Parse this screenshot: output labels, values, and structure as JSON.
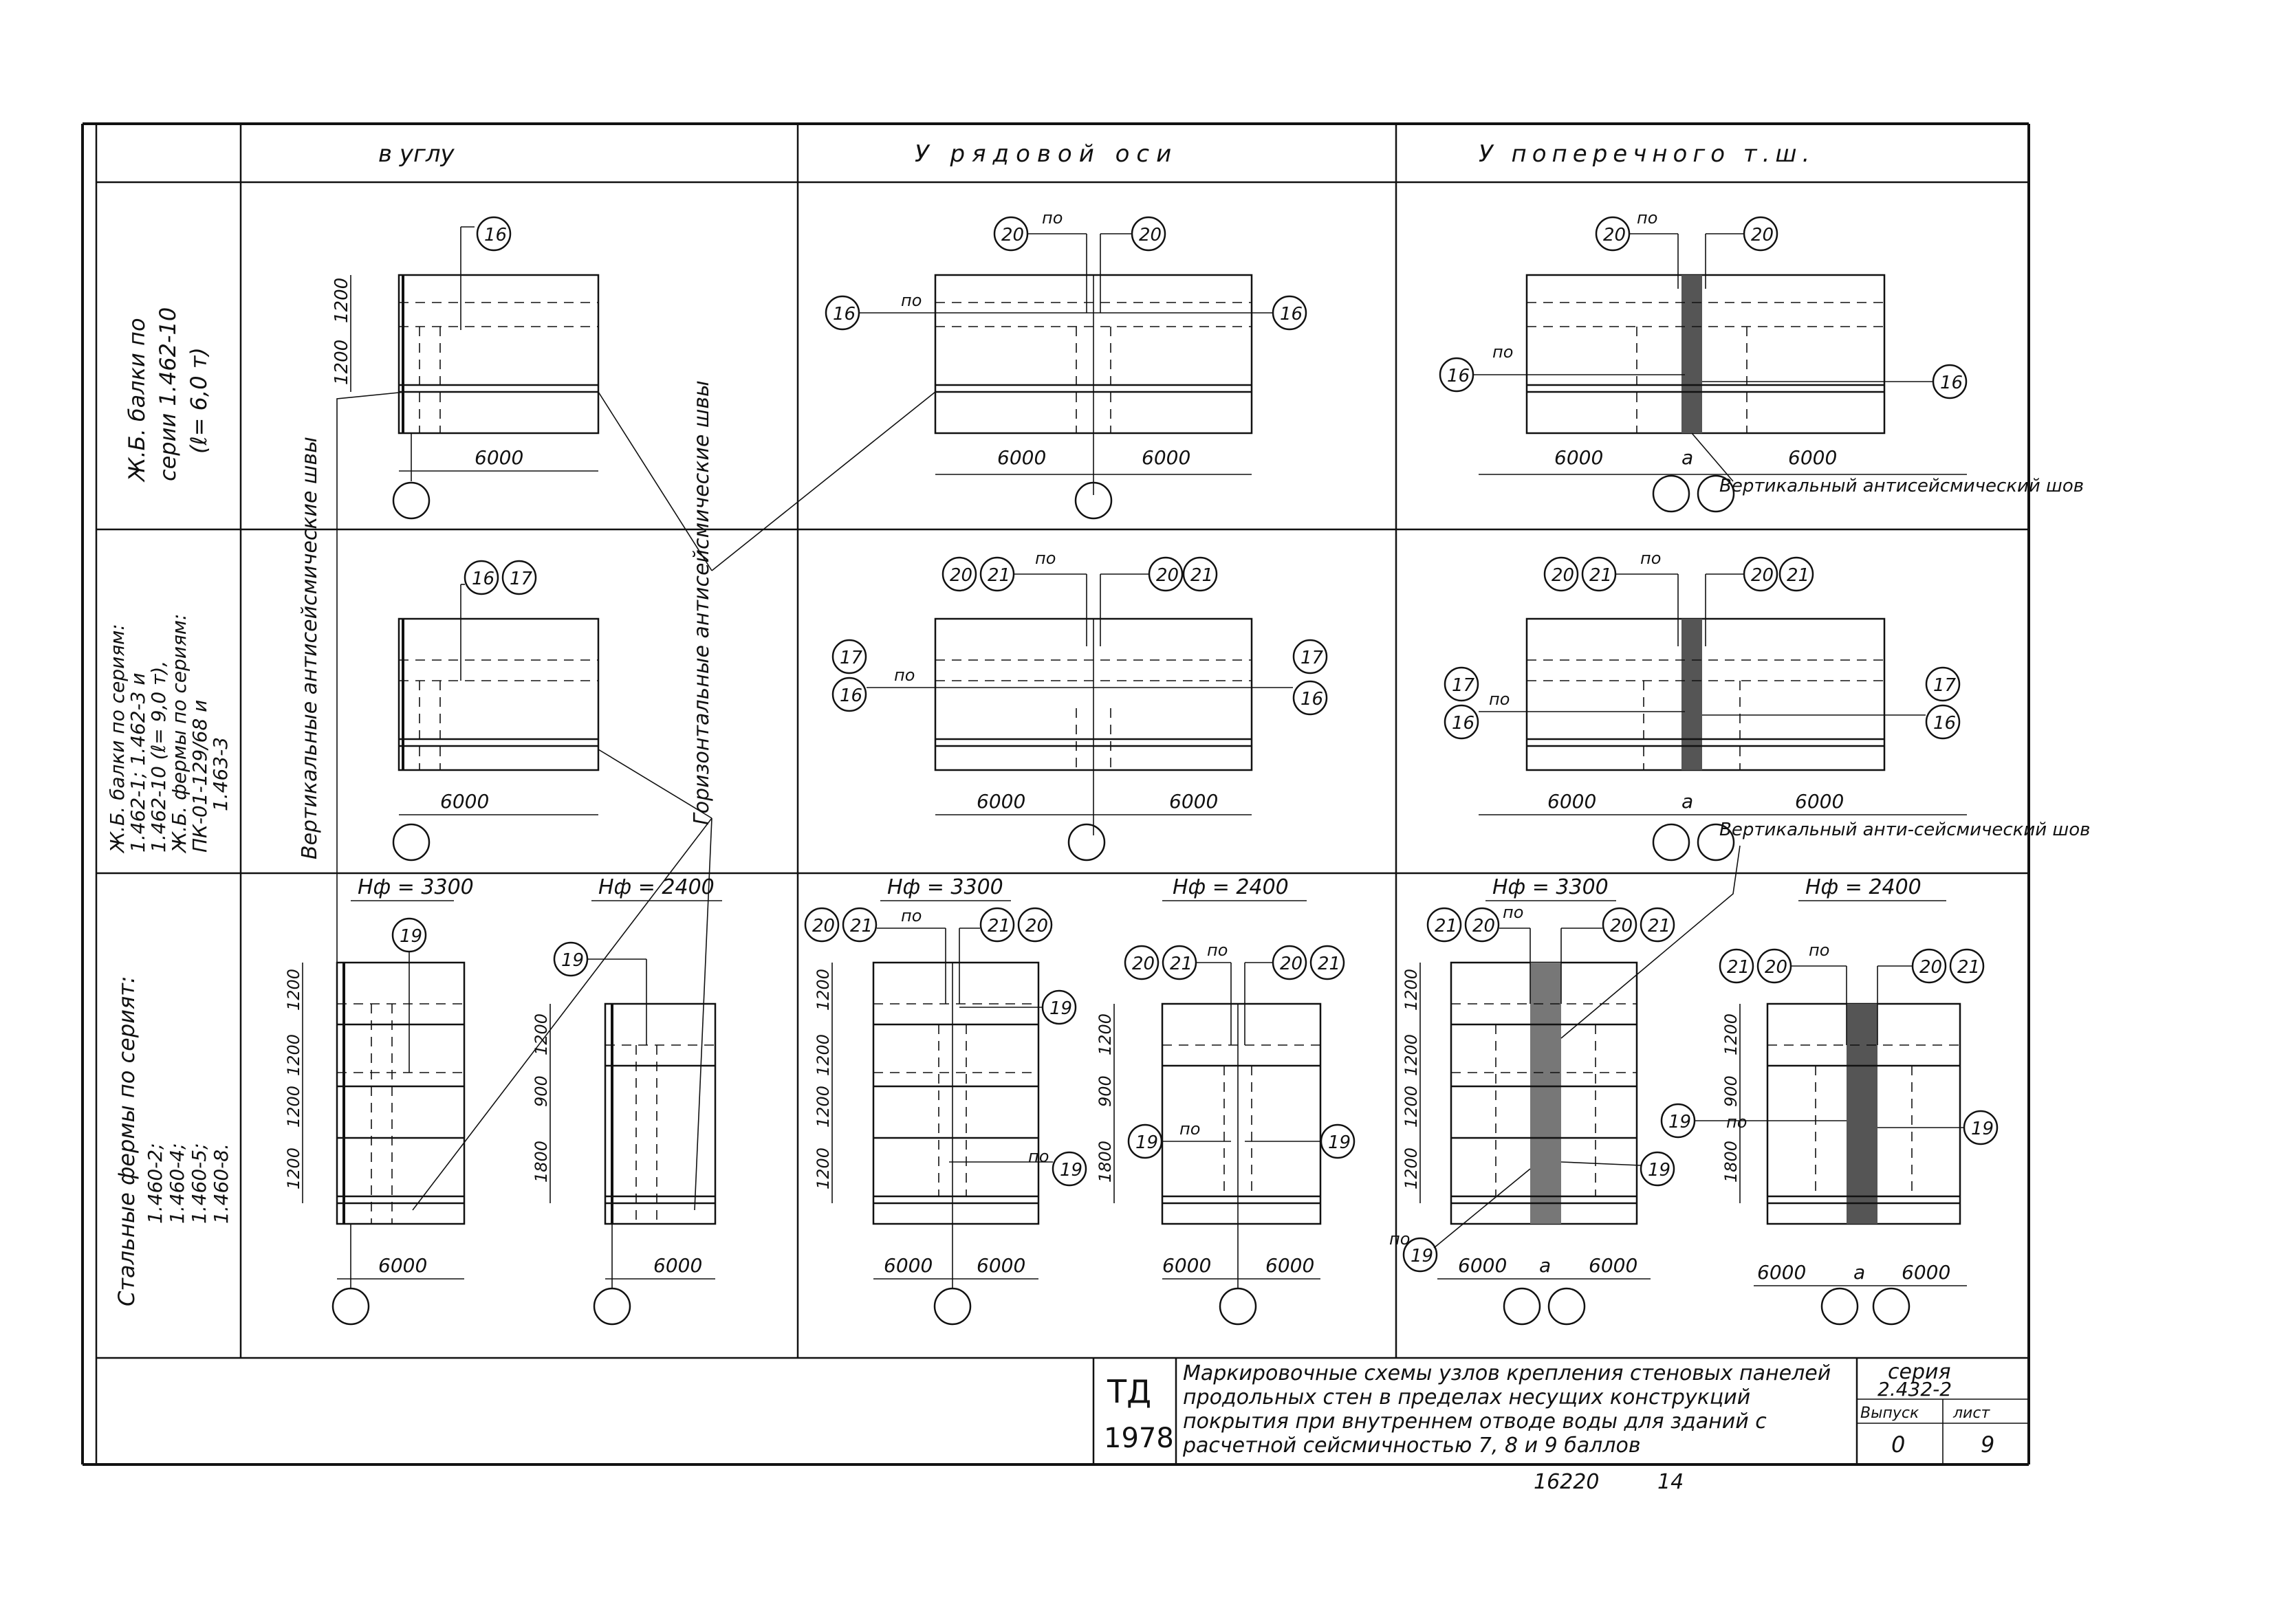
{
  "columns": {
    "corner": "в углу",
    "row_axis": "У рядовой оси",
    "transverse": "У поперечного т.ш."
  },
  "rows": {
    "row1": [
      "Ж.Б. балки по",
      "серии 1.462-10",
      "(ℓ= 6,0 т)"
    ],
    "row2": [
      "Ж.Б. балки по сериям:",
      "1.462-1; 1.462-3 и",
      "1.462-10 (ℓ= 9,0 т),",
      "Ж.Б. фермы по сериям:",
      "ПК-01-129/68 и",
      "1.463-3"
    ],
    "row3": [
      "Стальные фермы по серият:",
      "1.460-2;",
      "1.460-4;",
      "1.460-5;",
      "1.460-8."
    ]
  },
  "labels": {
    "dim_6000": "6000",
    "dim_1200": "1200",
    "dim_900": "900",
    "dim_1800": "1800",
    "a": "а",
    "po": "по",
    "hf_3300": "Hф = 3300",
    "hf_2400": "Hф = 2400",
    "vertical_seams": "Вертикальные антисейсмические швы",
    "horizontal_seams": "Горизонтальные антисейсмические швы",
    "vertical_seam_1": "Вертикальный антисейсмический шов",
    "vertical_seam_2": "Вертикальный анти-сейсмический шов"
  },
  "markers": {
    "m16": "16",
    "m17": "17",
    "m19": "19",
    "m20": "20",
    "m21": "21"
  },
  "title_block": {
    "td": "ТД",
    "year": "1978",
    "description": "Маркировочные схемы узлов крепления стеновых панелей продольных стен в пределах несущих конструкций покрытия при внутреннем отводе воды для зданий с расчетной сейсмичностью 7, 8 и 9 баллов",
    "series_label": "серия",
    "series": "2.432-2",
    "issue_label": "Выпуск",
    "sheet_label": "лист",
    "issue": "0",
    "sheet": "9"
  },
  "stamp": "16220",
  "page_marker": "14"
}
